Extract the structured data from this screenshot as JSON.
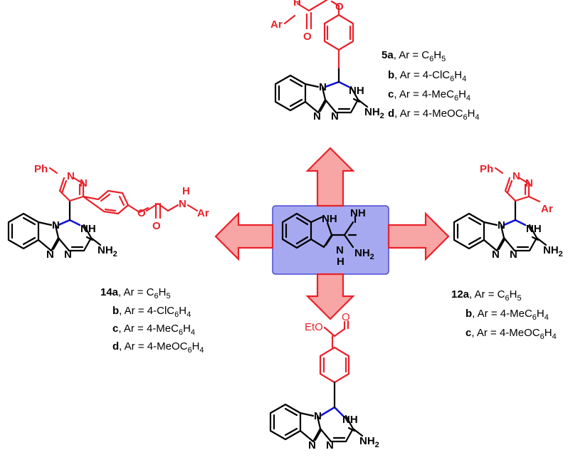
{
  "atoms": {
    "nh": "NH",
    "nh_short": "H",
    "n": "N",
    "nh2": "NH",
    "nh2_sub": "2",
    "o": "O",
    "ph": "Ph",
    "ar": "Ar",
    "eto": "EtO"
  },
  "center": {
    "label_nh": "NH",
    "label_imine": "NH",
    "label_n": "N",
    "label_h": "H",
    "label_nh2": "NH",
    "label_nh2_sub": "2"
  },
  "series_5": [
    {
      "id": "5a",
      "text": ", Ar = C",
      "sub1": "6",
      "mid": "H",
      "sub2": "5",
      "tail": ""
    },
    {
      "id": "b",
      "text": ", Ar = 4-ClC",
      "sub1": "6",
      "mid": "H",
      "sub2": "4",
      "tail": ""
    },
    {
      "id": "c",
      "text": ", Ar = 4-MeC",
      "sub1": "6",
      "mid": "H",
      "sub2": "4",
      "tail": ""
    },
    {
      "id": "d",
      "text": ", Ar = 4-MeOC",
      "sub1": "6",
      "mid": "H",
      "sub2": "4",
      "tail": ""
    }
  ],
  "series_14": [
    {
      "id": "14a",
      "text": ", Ar = C",
      "sub1": "6",
      "mid": "H",
      "sub2": "5",
      "tail": ""
    },
    {
      "id": "b",
      "text": ", Ar = 4-ClC",
      "sub1": "6",
      "mid": "H",
      "sub2": "4",
      "tail": ""
    },
    {
      "id": "c",
      "text": ", Ar = 4-MeC",
      "sub1": "6",
      "mid": "H",
      "sub2": "4",
      "tail": ""
    },
    {
      "id": "d",
      "text": ", Ar = 4-MeOC",
      "sub1": "6",
      "mid": "H",
      "sub2": "4",
      "tail": ""
    }
  ],
  "series_12": [
    {
      "id": "12a",
      "text": ", Ar = C",
      "sub1": "6",
      "mid": "H",
      "sub2": "5",
      "tail": ""
    },
    {
      "id": "b",
      "text": ", Ar = 4-MeC",
      "sub1": "6",
      "mid": "H",
      "sub2": "4",
      "tail": ""
    },
    {
      "id": "c",
      "text": ", Ar = 4-MeOC",
      "sub1": "6",
      "mid": "H",
      "sub2": "4",
      "tail": ""
    }
  ],
  "colors": {
    "substituent": "#e8222a",
    "new_bond": "#1414d8",
    "center_box": "#a7a9f0",
    "arrow_fill": "#f7a5a5"
  }
}
